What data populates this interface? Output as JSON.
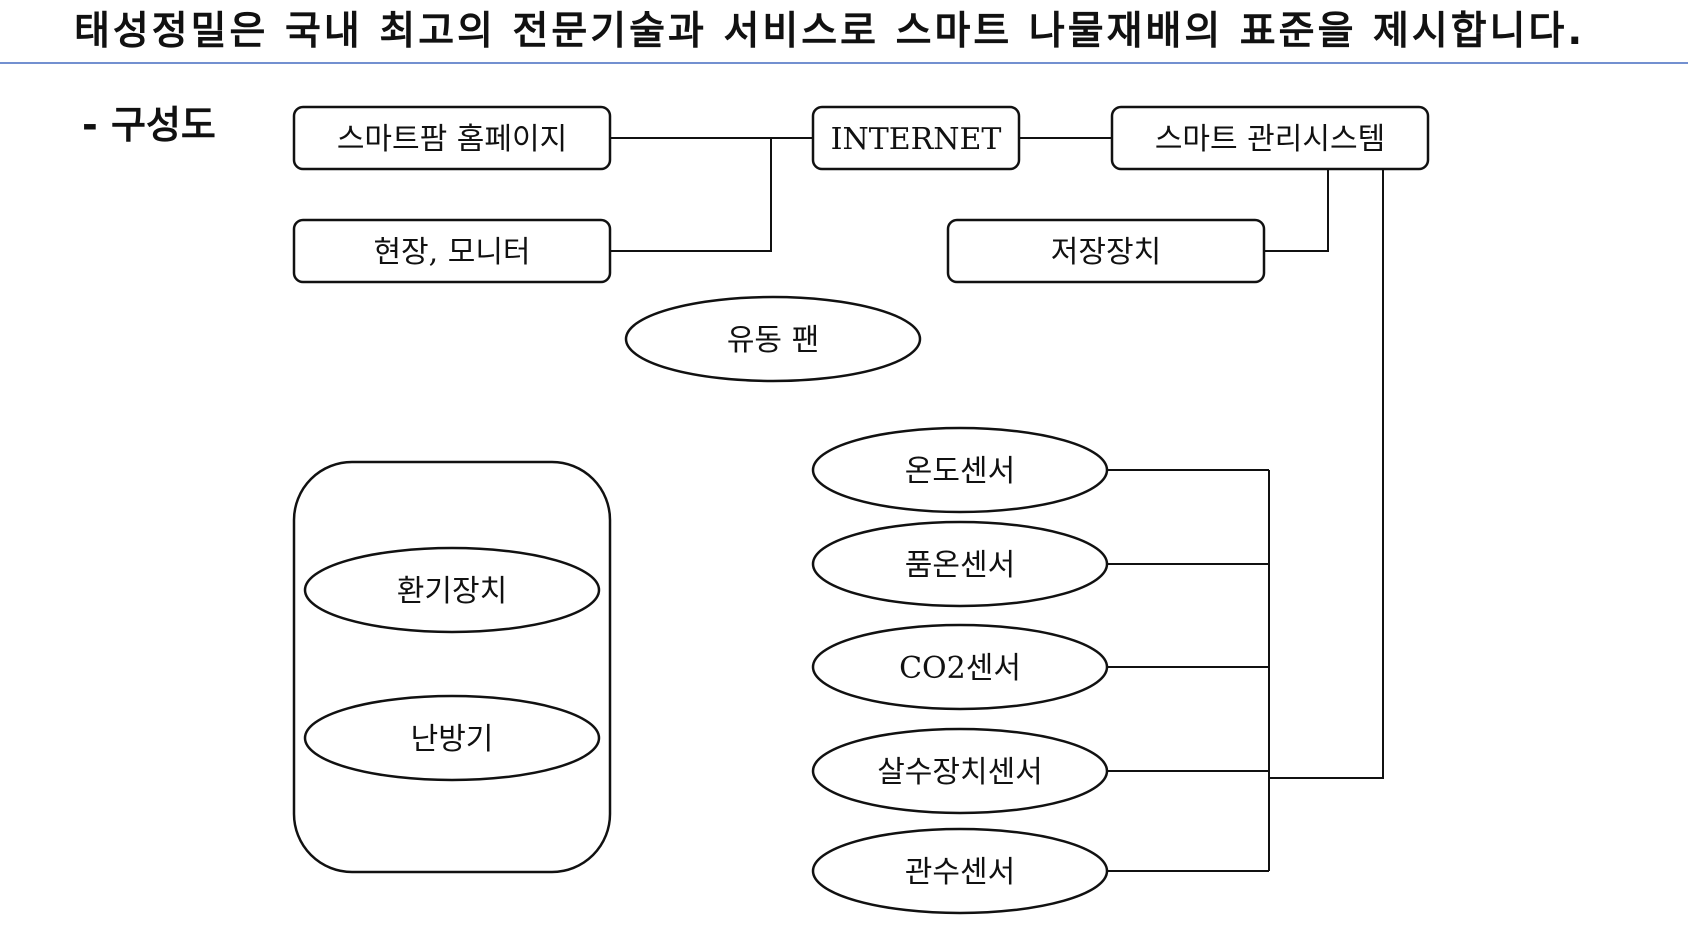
{
  "header": {
    "headline": "태성정밀은 국내 최고의 전문기술과 서비스로 스마트 나물재배의 표준을 제시합니다."
  },
  "section": {
    "title": "- 구성도"
  },
  "diagram": {
    "nodes": {
      "homepage": "스마트팜 홈페이지",
      "internet": "INTERNET",
      "management": "스마트 관리시스템",
      "field_monitor": "현장, 모니터",
      "storage": "저장장치",
      "fan": "유동 팬",
      "ventilation": "환기장치",
      "heater": "난방기",
      "temp_sensor": "온도센서",
      "product_temp_sensor": "품온센서",
      "co2_sensor": "CO2센서",
      "sprinkler_sensor": "살수장치센서",
      "irrigation_sensor": "관수센서"
    }
  },
  "colors": {
    "rule": "#7390d0",
    "stroke": "#111111",
    "background": "#ffffff"
  }
}
